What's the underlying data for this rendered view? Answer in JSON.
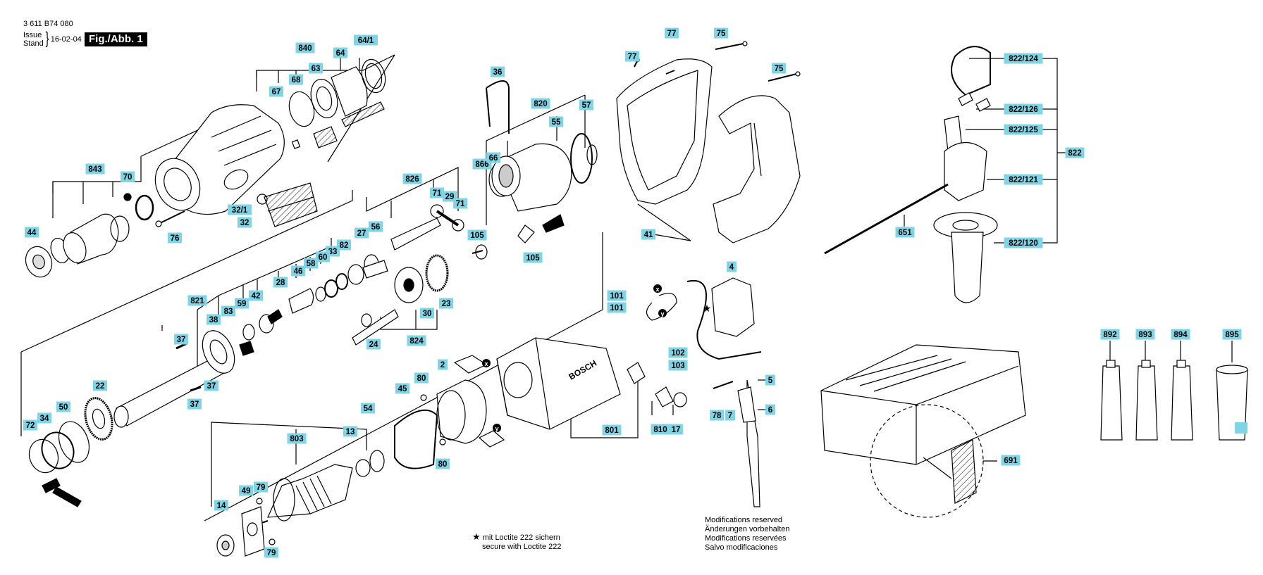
{
  "header": {
    "part_number": "3 611 B74 080",
    "issue_label": "Issue",
    "stand_label": "Stand",
    "issue_date": "16-02-04",
    "figure_label": "Fig./Abb. 1"
  },
  "notes": {
    "modifications": [
      "Modifications reserved",
      "Änderungen vorbehalten",
      "Modifications reservées",
      "Salvo modificaciones"
    ],
    "loctite_star": "★",
    "loctite_de": "mit Loctite 222 sichern",
    "loctite_en": "secure with Loctite 222"
  },
  "markers": {
    "x": "x",
    "y": "y"
  },
  "labels": {
    "l840": "840",
    "l64_1": "64/1",
    "l63": "63",
    "l64": "64",
    "l67": "67",
    "l68": "68",
    "l843": "843",
    "l70": "70",
    "l44": "44",
    "l76": "76",
    "l32_1": "32/1",
    "l32": "32",
    "l36": "36",
    "l820": "820",
    "l57": "57",
    "l55": "55",
    "l866": "866",
    "l66": "66",
    "l826": "826",
    "l71a": "71",
    "l29": "29",
    "l71b": "71",
    "l105a": "105",
    "l105b": "105",
    "l27": "27",
    "l56": "56",
    "l82": "82",
    "l33": "33",
    "l60": "60",
    "l58": "58",
    "l46": "46",
    "l28": "28",
    "l42": "42",
    "l59": "59",
    "l83": "83",
    "l38": "38",
    "l821": "821",
    "l37a": "37",
    "l37b": "37",
    "l37c": "37",
    "l22": "22",
    "l23": "23",
    "l30": "30",
    "l24": "24",
    "l824": "824",
    "l72": "72",
    "l34": "34",
    "l50": "50",
    "l77a": "77",
    "l75a": "75",
    "l77b": "77",
    "l75b": "75",
    "l41": "41",
    "l651": "651",
    "l822_124": "822/124",
    "l822_126": "822/126",
    "l822_125": "822/125",
    "l822": "822",
    "l822_121": "822/121",
    "l822_120": "822/120",
    "l4": "4",
    "l101a": "101",
    "l101b": "101",
    "l102": "102",
    "l103": "103",
    "l5": "5",
    "l6": "6",
    "l78": "78",
    "l7": "7",
    "l801": "801",
    "l810": "810",
    "l17": "17",
    "l2": "2",
    "l80a": "80",
    "l80b": "80",
    "l45": "45",
    "l54": "54",
    "l13": "13",
    "l803": "803",
    "l79a": "79",
    "l79b": "79",
    "l49": "49",
    "l14": "14",
    "l892": "892",
    "l893": "893",
    "l894": "894",
    "l895": "895",
    "l691": "691"
  },
  "colors": {
    "label_box": "#7fd4e6",
    "line": "#000000",
    "paper": "#ffffff"
  }
}
